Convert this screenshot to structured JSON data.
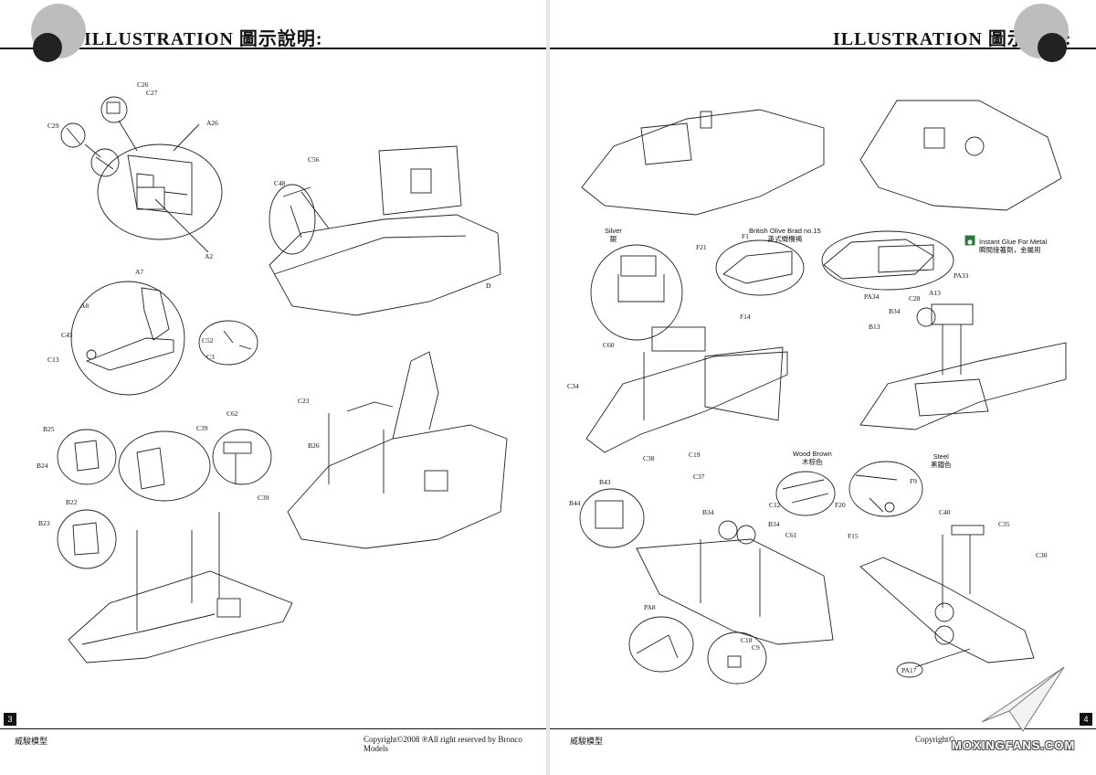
{
  "left_page": {
    "header_title": "ILLUSTRATION 圖示說明:",
    "page_number": "3",
    "footer_brand": "威駿模型",
    "footer_copyright": "Copyright©2008  ®All right reserved by Bronco Models",
    "part_labels": {
      "c26": "C26",
      "c27": "C27",
      "c29": "C29",
      "a26": "A26",
      "a2": "A2",
      "c56": "C56",
      "c48": "C48",
      "d": "D",
      "a7": "A7",
      "a8": "A8",
      "c45": "C45",
      "c13": "C13",
      "c52": "C52",
      "c3": "C3",
      "b25": "B25",
      "b24": "B24",
      "b22": "B22",
      "b23": "B23",
      "c39a": "C39",
      "c62": "C62",
      "c39b": "C39",
      "c23": "C23",
      "b26": "B26"
    }
  },
  "right_page": {
    "header_title": "ILLUSTRATION 圖示說明:",
    "page_number": "4",
    "footer_brand": "威駿模型",
    "footer_copyright": "Copyright©",
    "notes": {
      "silver": "Silver",
      "silver_zh": "銀",
      "british_olive": "British Olive Brad no.15",
      "british_olive_zh": "英式橄欖褐",
      "instant_glue": "Instant Glue For Metal",
      "instant_glue_zh": "瞬間接著劑，金屬用",
      "wood_brown": "Wood Brown",
      "wood_brown_zh": "木棕色",
      "steel": "Steel",
      "steel_zh": "黑鐵色"
    },
    "part_labels": {
      "f1": "F1",
      "f21": "F21",
      "f14": "F14",
      "c60": "C60",
      "c34": "C34",
      "pa33": "PA33",
      "pa34": "PA34",
      "a13": "A13",
      "c28": "C28",
      "b34a": "B34",
      "b13": "B13",
      "c38": "C38",
      "c19": "C19",
      "c37": "C37",
      "b43": "B43",
      "b44": "B44",
      "c12": "C12",
      "f20": "F20",
      "f9": "F9",
      "f15": "F15",
      "b34b": "B34",
      "b34c": "B34",
      "c61": "C61",
      "c40": "C40",
      "c35": "C35",
      "c30": "C30",
      "pa8": "PA8",
      "c18": "C18",
      "c9": "C9",
      "pa17": "PA17"
    }
  },
  "watermark": "MOXINGFANS.COM"
}
